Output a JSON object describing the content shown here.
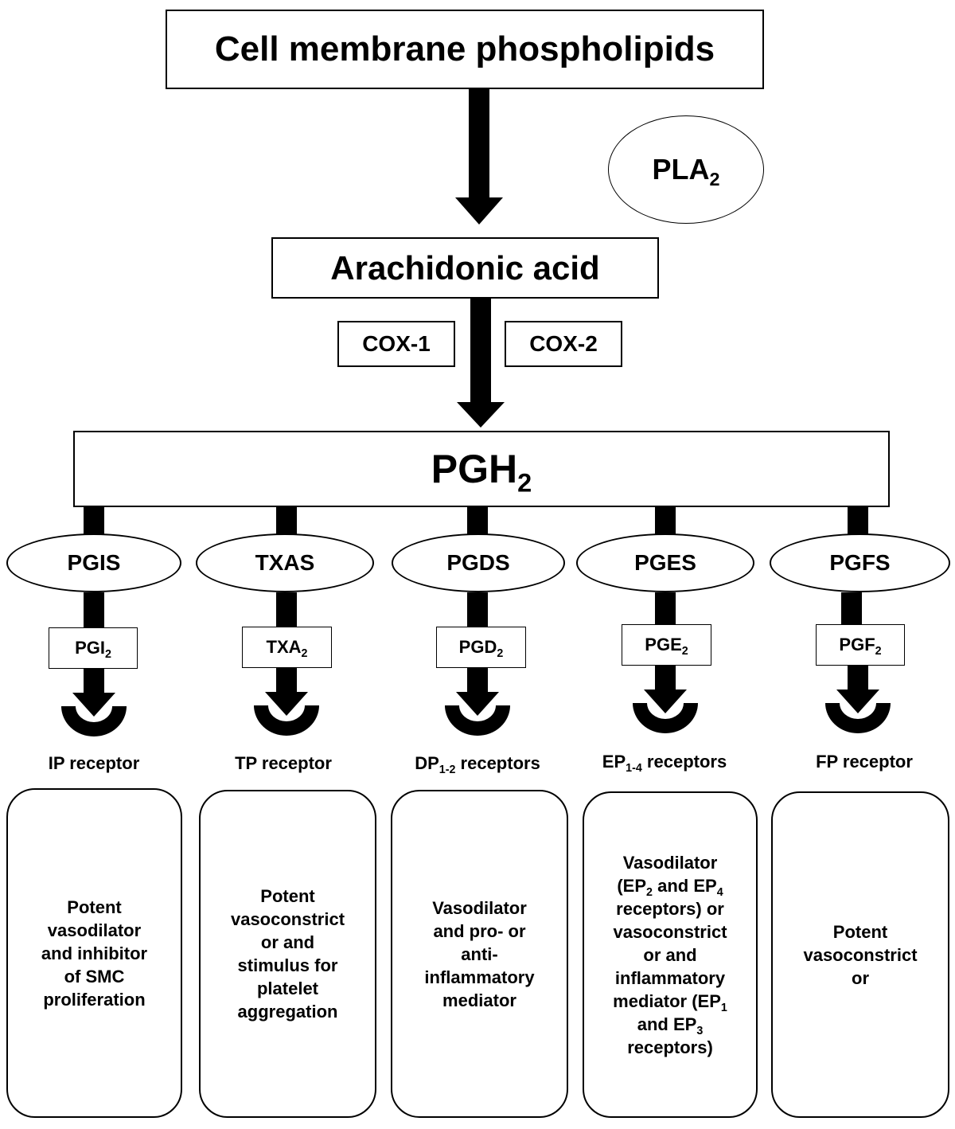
{
  "top": {
    "label": "Cell membrane phospholipids"
  },
  "pla2": {
    "base": "PLA",
    "sub": "2"
  },
  "aa": {
    "label": "Arachidonic acid"
  },
  "cox1": {
    "label": "COX-1"
  },
  "cox2": {
    "label": "COX-2"
  },
  "pgh2": {
    "base": "PGH",
    "sub": "2"
  },
  "branches": [
    {
      "enzyme": "PGIS",
      "product_base": "PGI",
      "product_sub": "2",
      "receptor": "IP receptor",
      "effect": [
        "Potent",
        "vasodilator",
        "and inhibitor",
        "of SMC",
        "proliferation"
      ]
    },
    {
      "enzyme": "TXAS",
      "product_base": "TXA",
      "product_sub": "2",
      "receptor": "TP receptor",
      "effect": [
        "Potent",
        "vasoconstrict",
        "or and",
        "stimulus for",
        "platelet",
        "aggregation"
      ]
    },
    {
      "enzyme": "PGDS",
      "product_base": "PGD",
      "product_sub": "2",
      "receptor_base": "DP",
      "receptor_sub": "1-2",
      "receptor_rest": " receptors",
      "effect": [
        "Vasodilator",
        "and pro- or",
        "anti-",
        "inflammatory",
        "mediator"
      ]
    },
    {
      "enzyme": "PGES",
      "product_base": "PGE",
      "product_sub": "2",
      "receptor_base": "EP",
      "receptor_sub": "1-4",
      "receptor_rest": " receptors",
      "effect_parts": {
        "l1": "Vasodilator",
        "l2a": "(EP",
        "l2b": "2",
        "l2c": " and EP",
        "l2d": "4",
        "l3": "receptors) or",
        "l4": "vasoconstrict",
        "l5": "or and",
        "l6": "inflammatory",
        "l7a": "mediator (EP",
        "l7b": "1",
        "l8a": "and EP",
        "l8b": "3",
        "l9": "receptors)"
      }
    },
    {
      "enzyme": "PGFS",
      "product_base": "PGF",
      "product_sub": "2",
      "receptor": "FP receptor",
      "effect": [
        "Potent",
        "vasoconstrict",
        "or"
      ]
    }
  ]
}
